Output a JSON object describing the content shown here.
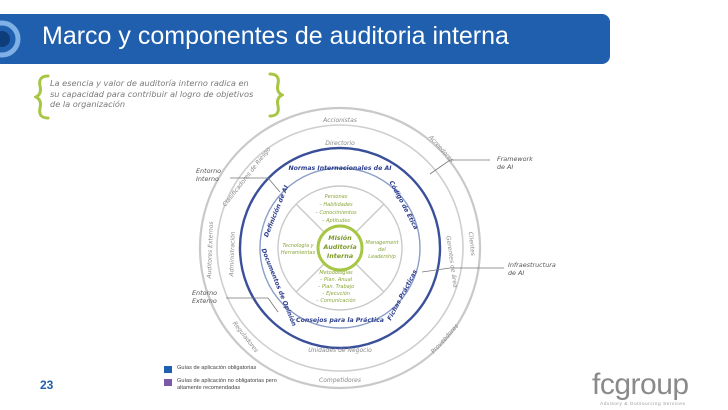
{
  "slide": {
    "title": "Marco y componentes de auditoria interna",
    "page_number": "23",
    "accent_color": "#1f5fae",
    "highlight_color": "#a7c644"
  },
  "intro": {
    "lines": [
      "La esencia y valor de auditoría interno radica en",
      "su capacidad para contribuir al logro de objetivos",
      "de la organización"
    ]
  },
  "diagram": {
    "outer_ring": {
      "top": "Accionistas",
      "top_right": "Acreedores",
      "right": "Clientes",
      "bottom_right": "Proveedores",
      "bottom": "Competidores",
      "bottom_left": "Reguladores",
      "left": "Auditores Externos"
    },
    "middle_ring": {
      "top": "Directorio",
      "top_left": "Clasificadores de Riesgo",
      "left": "Administración",
      "right": "Gerentes de área",
      "bottom": "Unidades de Negocio"
    },
    "inner_ring": {
      "top": "Normas Internacionales de AI",
      "top_left": "Definición de AI",
      "top_right": "Código de Ética",
      "bottom_left": "Documentos de Opinión",
      "bottom_right": "Fichas Prácticas",
      "bottom": "Consejos para la Práctica"
    },
    "quadrants": {
      "top": [
        "Personas",
        "– Habilidades",
        "– Conocimientos",
        "– Aptitudes"
      ],
      "left": [
        "Tecnología y",
        "Herramientas"
      ],
      "right": [
        "Management",
        "del",
        "Leadership"
      ],
      "bottom": [
        "Metodologías",
        "– Plan. Anual",
        "– Plan. Trabajo",
        "– Ejecución",
        "– Comunicación"
      ]
    },
    "center": [
      "Misión",
      "Auditoría",
      "Interna"
    ]
  },
  "side_labels": {
    "entorno_interno": [
      "Entorno",
      "Interno"
    ],
    "entorno_externo": [
      "Entorno",
      "Externo"
    ],
    "framework": [
      "Framework",
      "de AI"
    ],
    "infraestructura": [
      "Infraestructura",
      "de AI"
    ]
  },
  "legend": [
    {
      "color": "#1f5fae",
      "text": "Guías de aplicación obligatorias"
    },
    {
      "color": "#7a5aa8",
      "text": "Guías de aplicación no obligatorias pero altamente recomendadas"
    }
  ],
  "logo": {
    "name": "fcgroup",
    "tagline": "Advisory & Outsourcing Services"
  }
}
